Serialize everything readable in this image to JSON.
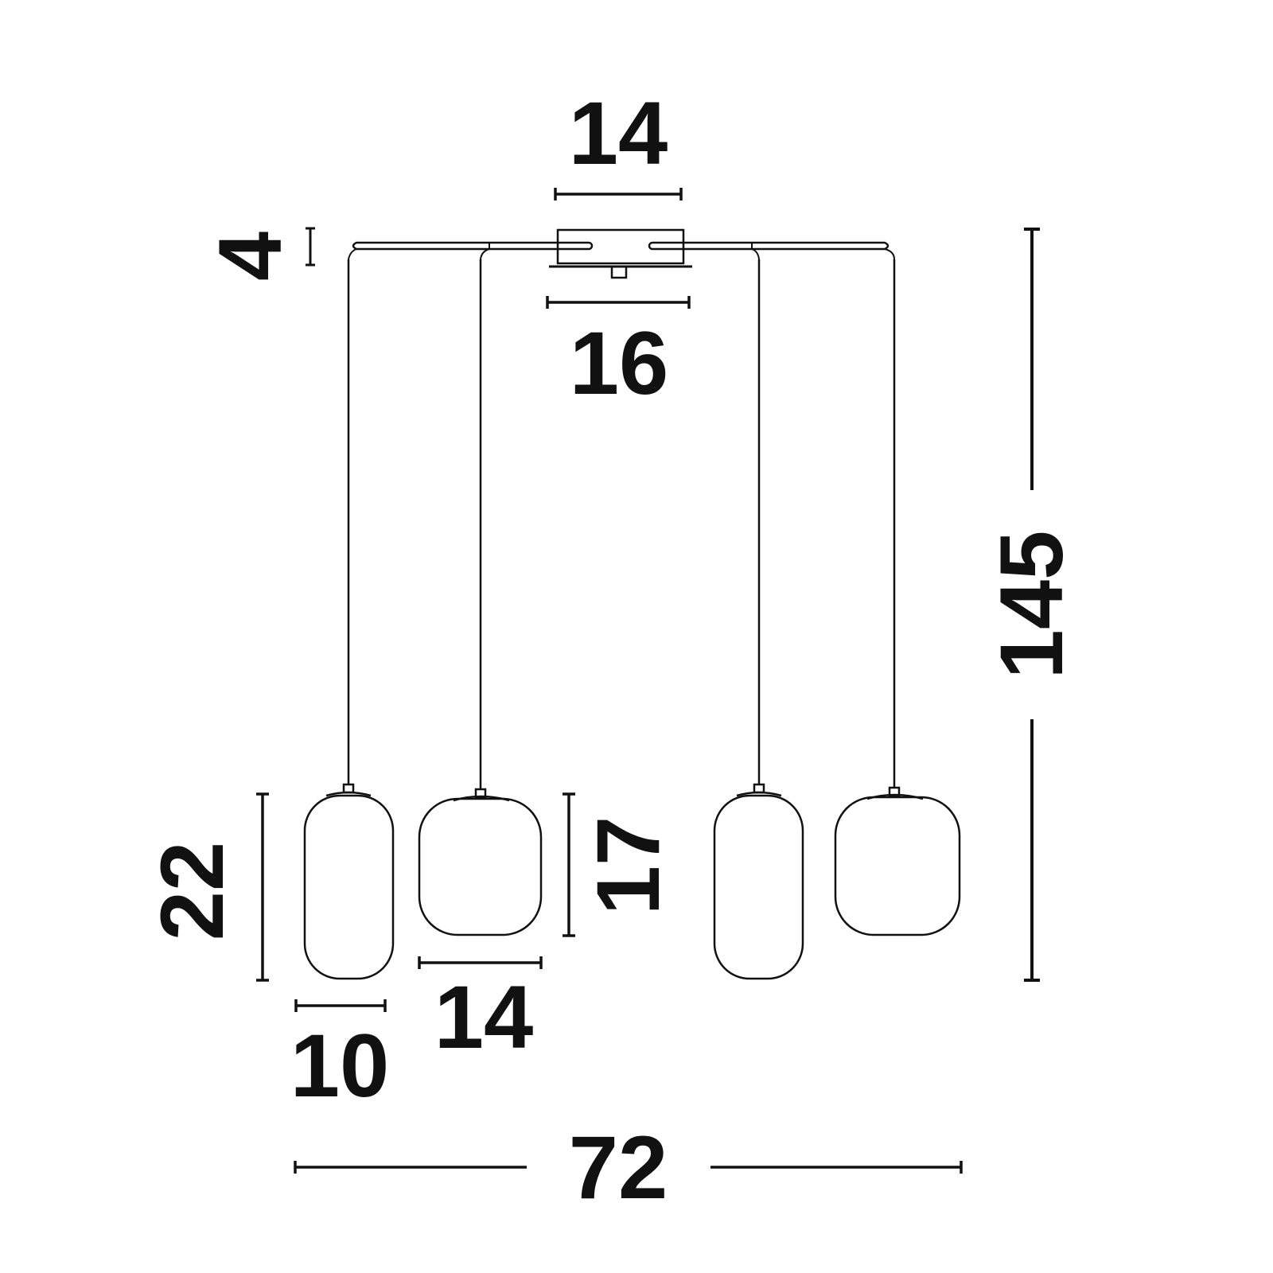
{
  "dimensions": {
    "canopy_top_width": "14",
    "canopy_bottom_width": "16",
    "canopy_height": "4",
    "total_height": "145",
    "total_width": "72",
    "cylinder_shade_height": "22",
    "cylinder_shade_width": "10",
    "round_shade_height": "17",
    "round_shade_width": "14"
  },
  "colors": {
    "line": "#111111",
    "background": "#ffffff"
  }
}
